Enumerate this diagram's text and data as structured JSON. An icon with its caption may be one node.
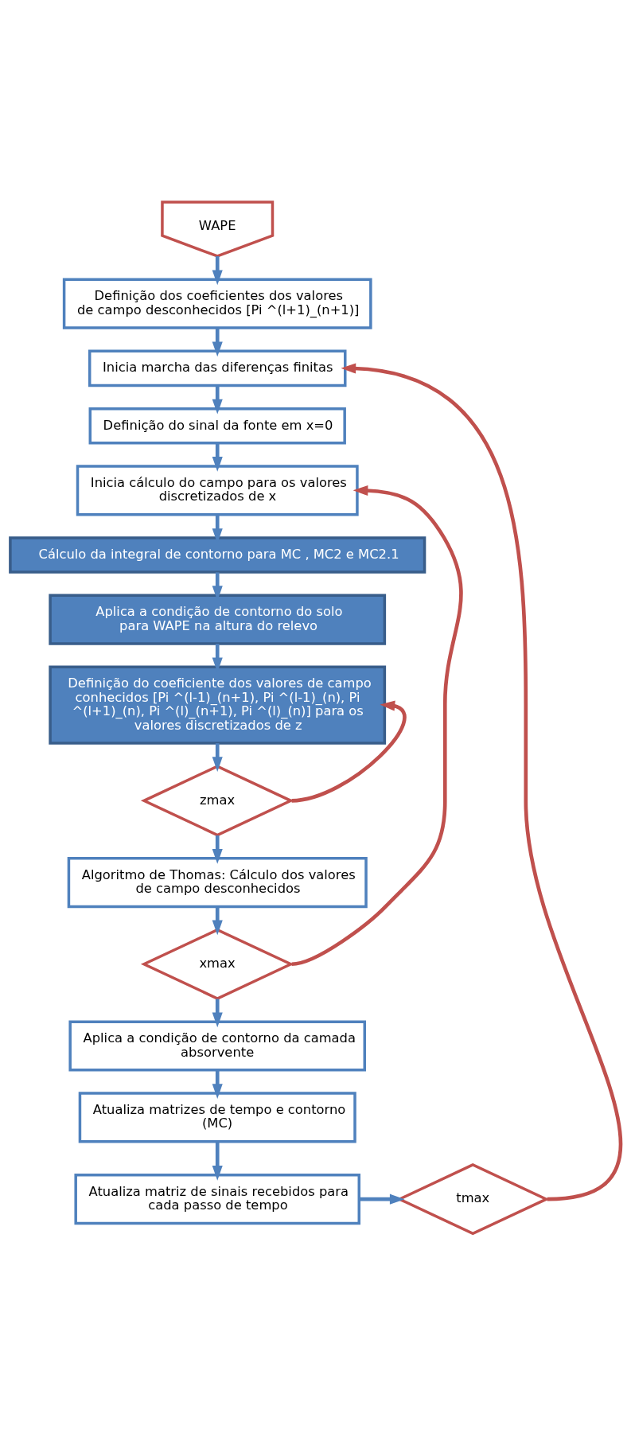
{
  "diagram": {
    "nodes": [
      {
        "text": [
          "WAPE"
        ]
      },
      {
        "text": [
          "Definição dos coeficientes dos valores de campo desconhecidos [Pi ^(l+1)_(n+1)]"
        ]
      },
      {
        "text": [
          "Inicia marcha das diferenças finitas"
        ]
      },
      {
        "text": [
          "Definição do sinal da fonte em x=0"
        ]
      },
      {
        "text": [
          "Inicia cálculo do campo para os valores discretizados de x"
        ]
      },
      {
        "text": [
          "Cálculo da integral de contorno para MC , MC2 e MC2.1"
        ]
      },
      {
        "text": [
          "Aplica a condição de contorno do solo para WAPE na altura do relevo"
        ]
      },
      {
        "text": [
          "Definição do coeficiente dos valores de campo conhecidos [Pi ^(l-1)_(n+1), Pi ^(l-1)_(n), Pi ^(l+1)_(n), Pi ^(l)_(n+1), Pi ^(l)_(n)] para os valores discretizados de z"
        ]
      },
      {
        "text": [
          "zmax"
        ]
      },
      {
        "text": [
          "Algoritmo de Thomas: Cálculo dos valores de campo desconhecidos"
        ]
      },
      {
        "text": [
          "xmax"
        ]
      },
      {
        "text": [
          "Aplica a condição de contorno da camada absorvente"
        ]
      },
      {
        "text": [
          "Atualiza matrizes de tempo e contorno (MC)"
        ]
      },
      {
        "text": [
          "Atualiza matriz de sinais recebidos para cada passo de tempo"
        ]
      },
      {
        "text": [
          "tmax"
        ]
      }
    ],
    "edges": [
      {
        "from": 0,
        "to": 1,
        "arrow": "to"
      },
      {
        "from": 1,
        "to": 2,
        "arrow": "to"
      },
      {
        "from": 2,
        "to": 3,
        "arrow": "to"
      },
      {
        "from": 3,
        "to": 4,
        "arrow": "to"
      },
      {
        "from": 4,
        "to": 5,
        "arrow": "to"
      },
      {
        "from": 5,
        "to": 6,
        "arrow": "to"
      },
      {
        "from": 6,
        "to": 7,
        "arrow": "to"
      },
      {
        "from": 7,
        "to": 8,
        "arrow": "to"
      },
      {
        "from": 8,
        "to": 7,
        "arrow": "to",
        "color": "#c0504d"
      },
      {
        "from": 8,
        "to": 9,
        "arrow": "to"
      },
      {
        "from": 9,
        "to": 10,
        "arrow": "to"
      },
      {
        "from": 10,
        "to": 4,
        "arrow": "to",
        "color": "#c0504d"
      },
      {
        "from": 10,
        "to": 11,
        "arrow": "to"
      },
      {
        "from": 11,
        "to": 12,
        "arrow": "to"
      },
      {
        "from": 12,
        "to": 13,
        "arrow": "to"
      },
      {
        "from": 13,
        "to": 14,
        "arrow": "to"
      },
      {
        "from": 14,
        "to": 2,
        "arrow": "to",
        "color": "#c0504d"
      }
    ]
  }
}
